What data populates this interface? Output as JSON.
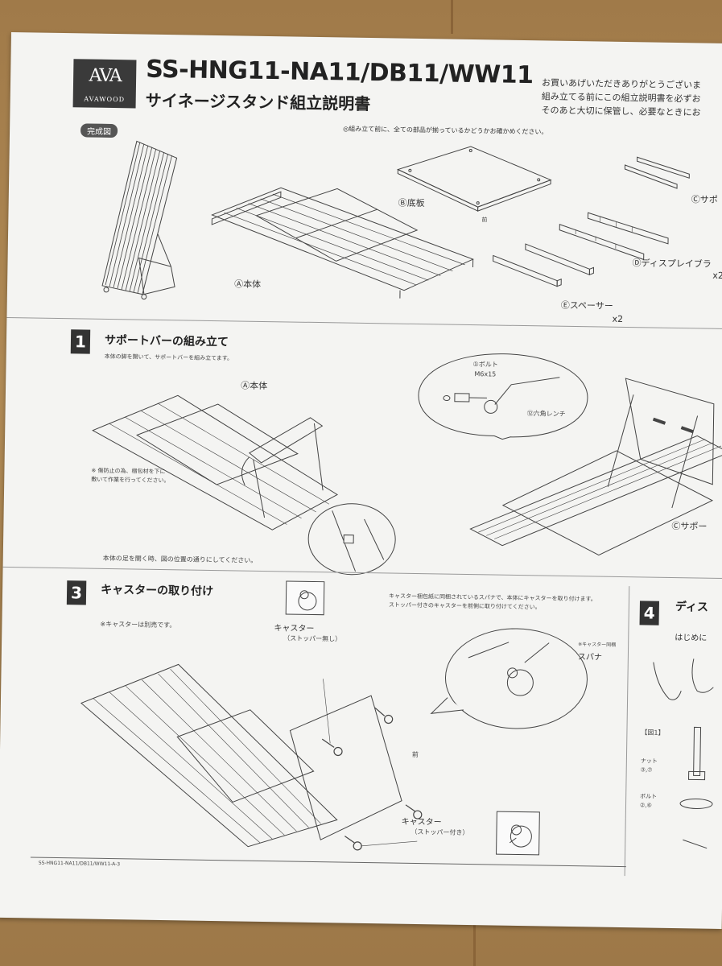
{
  "header": {
    "logo_mark": "AVA",
    "logo_text": "AVAWOOD",
    "model": "SS-HNG11-NA11/DB11/WW11",
    "subtitle": "サイネージスタンド組立説明書",
    "intro_lines": "お買いあげいただきありがとうございま\n組み立てる前にこの組立説明書を必ずお\nそのあと大切に保管し、必要なときにお"
  },
  "overview": {
    "completed_label": "完成図",
    "check_note": "◎組み立て前に、全ての部品が揃っているかどうかお確かめください。",
    "parts": {
      "a": "Ⓐ本体",
      "b": "Ⓑ底板",
      "b_front": "前",
      "c": "Ⓒサポ",
      "d": "Ⓓディスプレイブラ",
      "d_qty": "x2",
      "e": "Ⓔスペーサー",
      "e_qty": "x2"
    }
  },
  "step1": {
    "number": "1",
    "title": "サポートバーの組み立て",
    "instruction": "本体の脚を開いて、サポートバーを組み立てます。",
    "part_label": "Ⓐ本体",
    "warning": "※ 傷防止の為、梱包材を下に\n敷いて作業を行ってください。",
    "foot_note": "本体の足を開く時、図の位置の通りにしてください。",
    "bolt_label": "①ボルト",
    "bolt_size": "M6x15",
    "wrench_label": "⑫六角レンチ",
    "support_label": "Ⓒサポー"
  },
  "step3": {
    "number": "3",
    "title": "キャスターの取り付け",
    "note_sold_separately": "※キャスターは別売です。",
    "instruction": "キャスター梱包紙に同梱されているスパナで、本体にキャスターを取り付けます。\nストッパー付きのキャスターを前側に取り付けてください。",
    "caster_no_stopper": "キャスター",
    "caster_no_stopper_sub": "（ストッパー無し）",
    "caster_with_stopper": "キャスター",
    "caster_with_stopper_sub": "（ストッパー付き）",
    "spanner_note": "※キャスター同梱",
    "spanner_label": "スパナ",
    "front_label": "前"
  },
  "step4": {
    "number": "4",
    "title": "ディス",
    "first_line": "はじめに",
    "fig_label": "【図1】",
    "nut_label": "ナット",
    "nut_parts": "③,⑦",
    "bolt_label": "ボルト",
    "bolt_parts": "②,⑥"
  },
  "footer": {
    "code": "SS-HNG11-NA11/DB11/WW11-A-3"
  }
}
